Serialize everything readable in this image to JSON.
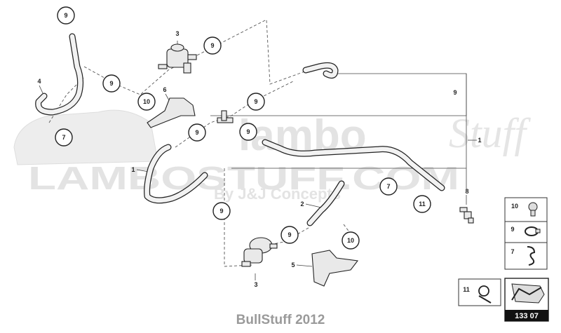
{
  "watermark": {
    "brand": "LAMBOSTUFF.COM",
    "script": "Stuff",
    "tag": "By J&J Concepts",
    "logo": "lambo"
  },
  "footer": "BullStuff 2012",
  "diagram_number": "133 07",
  "parts": {
    "p1": "1",
    "p2": "2",
    "p3": "3",
    "p4": "4",
    "p5": "5",
    "p6": "6",
    "p7": "7",
    "p8": "8",
    "p9": "9",
    "p10": "10",
    "p11": "11"
  },
  "legend": [
    {
      "label": "10",
      "icon": "clip-icon"
    },
    {
      "label": "9",
      "icon": "hose-clamp-icon"
    },
    {
      "label": "7",
      "icon": "spring-clip-icon"
    }
  ],
  "legend_single": {
    "label": "11",
    "icon": "cable-tie-icon"
  }
}
